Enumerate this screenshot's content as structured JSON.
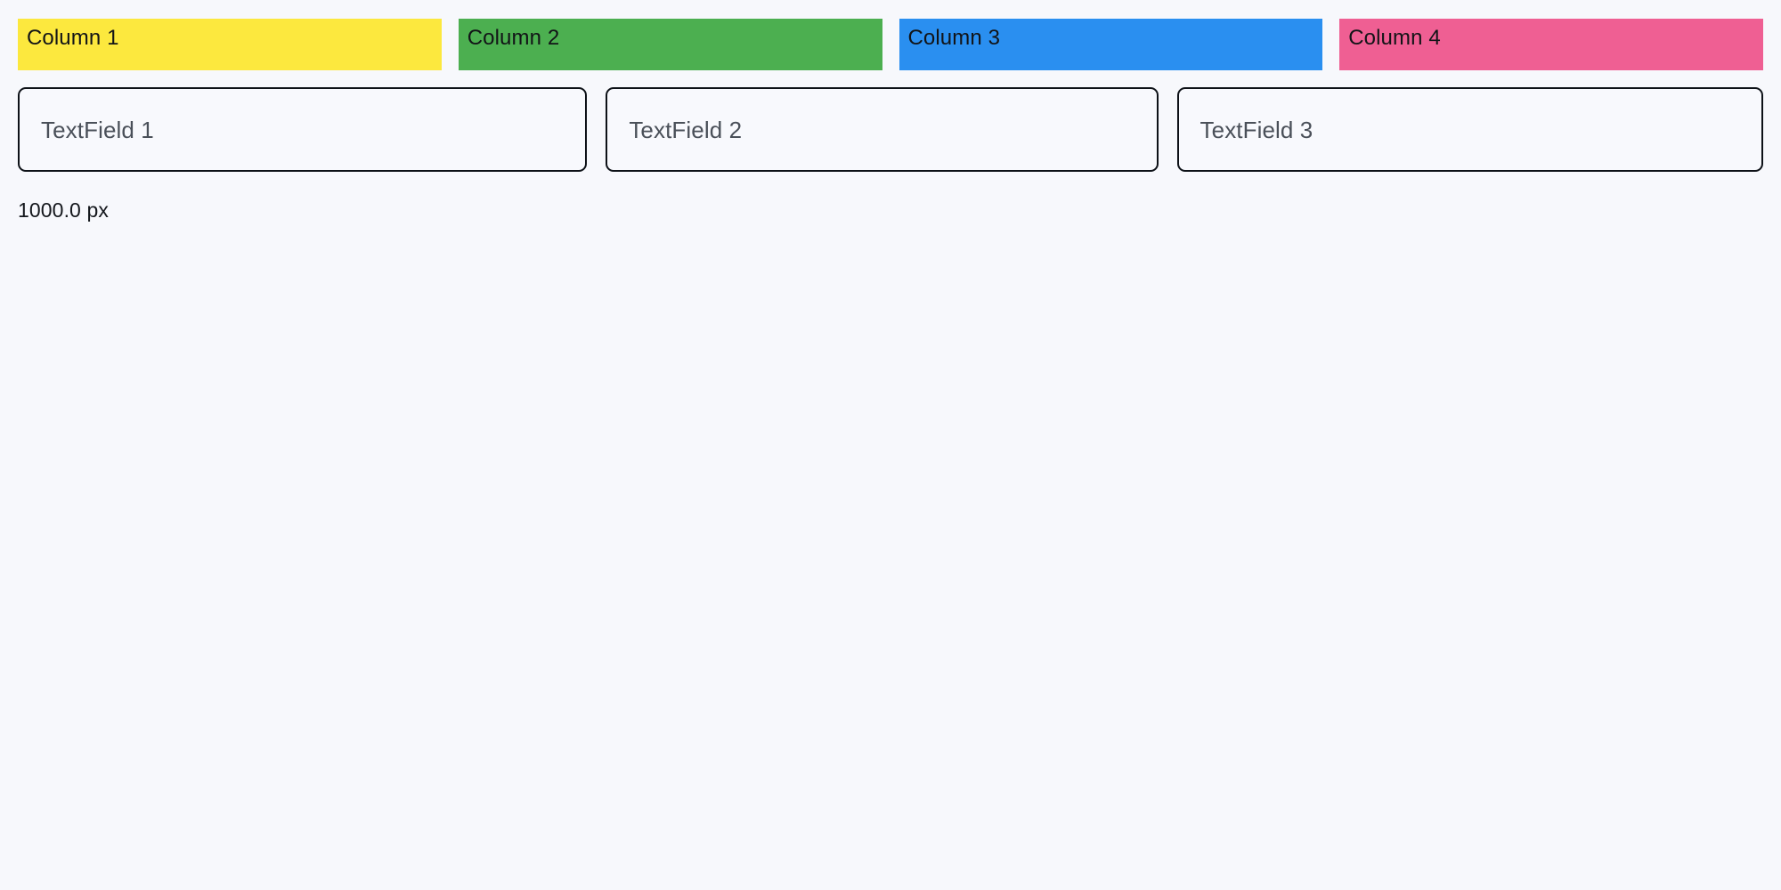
{
  "page": {
    "background_color": "#F7F8FC"
  },
  "columns_row": {
    "items": [
      {
        "label": "Column 1",
        "color": "#FCE83E",
        "text_color": "#121417"
      },
      {
        "label": "Column 2",
        "color": "#4CAF50",
        "text_color": "#121417"
      },
      {
        "label": "Column 3",
        "color": "#2A8FF0",
        "text_color": "#121417"
      },
      {
        "label": "Column 4",
        "color": "#EF5F93",
        "text_color": "#121417"
      }
    ]
  },
  "fields_row": {
    "fields": [
      {
        "placeholder": "TextField 1",
        "value": ""
      },
      {
        "placeholder": "TextField 2",
        "value": ""
      },
      {
        "placeholder": "TextField 3",
        "value": ""
      }
    ],
    "border_color": "#0D1117",
    "placeholder_color": "#4A5059",
    "fill_color": "#F8F9FD"
  },
  "measurement": {
    "text": "1000.0 px",
    "value": 1000.0,
    "unit": "px"
  }
}
